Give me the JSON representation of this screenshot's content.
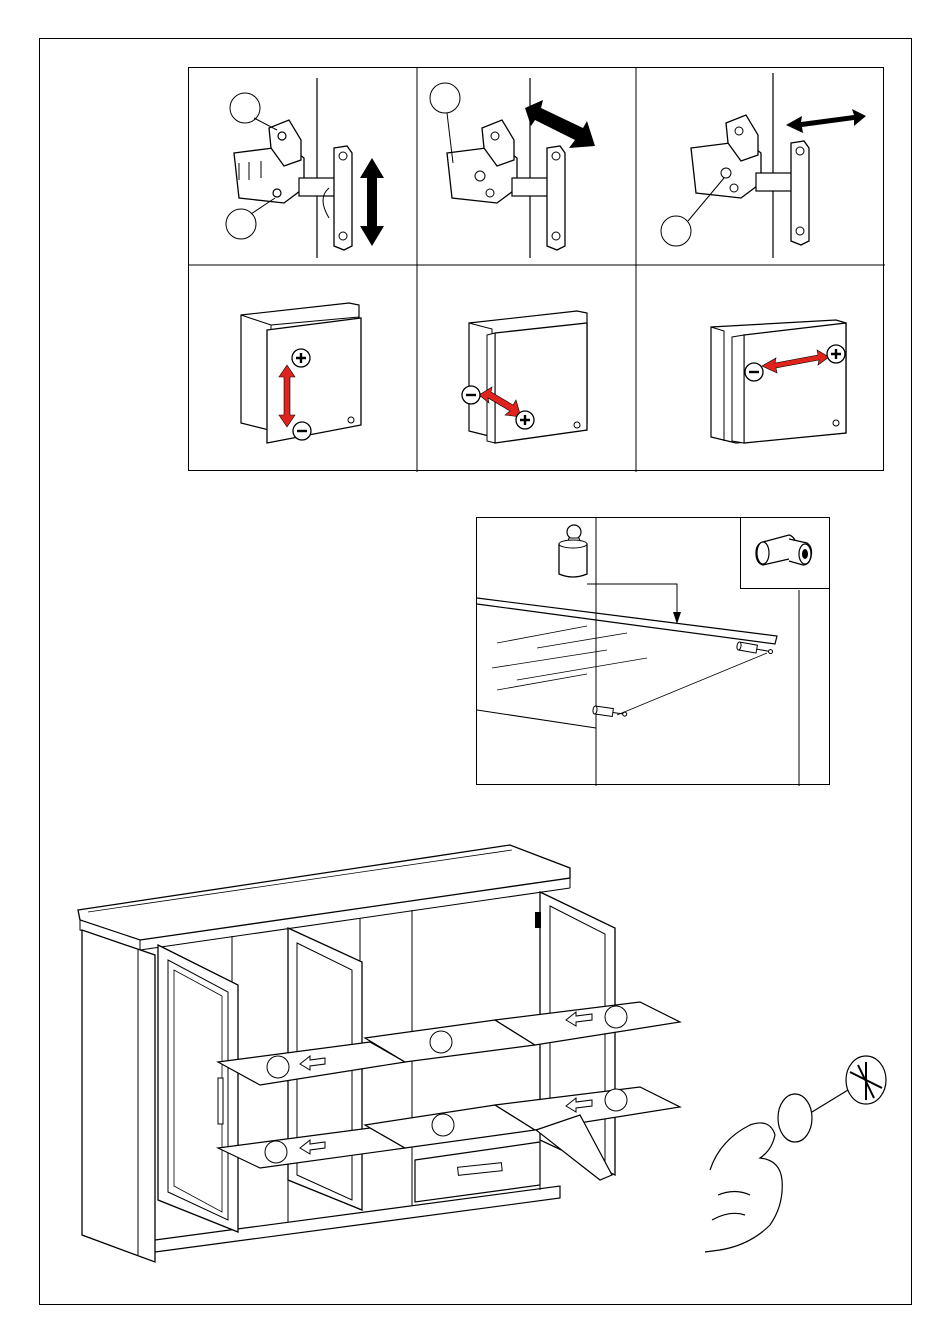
{
  "document": {
    "type": "furniture-assembly-instructions",
    "page_border": true
  },
  "hinge_adjustment": {
    "steps": [
      {
        "panel": "hinge-top-1",
        "adjustment": "vertical",
        "arrow_icon": "double-arrow-vertical",
        "callouts": 2
      },
      {
        "panel": "hinge-top-2",
        "adjustment": "depth",
        "arrow_icon": "double-arrow-diagonal",
        "callouts": 1
      },
      {
        "panel": "hinge-top-3",
        "adjustment": "lateral",
        "arrow_icon": "double-arrow-horizontal",
        "callouts": 1
      }
    ],
    "door_results": [
      {
        "panel": "door-bottom-1",
        "direction": "vertical",
        "plus_icon": "plus-icon",
        "minus_icon": "minus-icon"
      },
      {
        "panel": "door-bottom-2",
        "direction": "depth",
        "plus_icon": "plus-icon",
        "minus_icon": "minus-icon"
      },
      {
        "panel": "door-bottom-3",
        "direction": "lateral",
        "plus_icon": "plus-icon",
        "minus_icon": "minus-icon"
      }
    ],
    "colors": {
      "line": "#000000",
      "arrow_red": "#e0231c"
    }
  },
  "shelf_detail": {
    "icons": [
      "weight-icon",
      "shelf-peg-icon"
    ]
  },
  "cabinet_overview": {
    "shelves": 6,
    "icons": [
      "hand-icon",
      "shelf-support-icon"
    ]
  }
}
